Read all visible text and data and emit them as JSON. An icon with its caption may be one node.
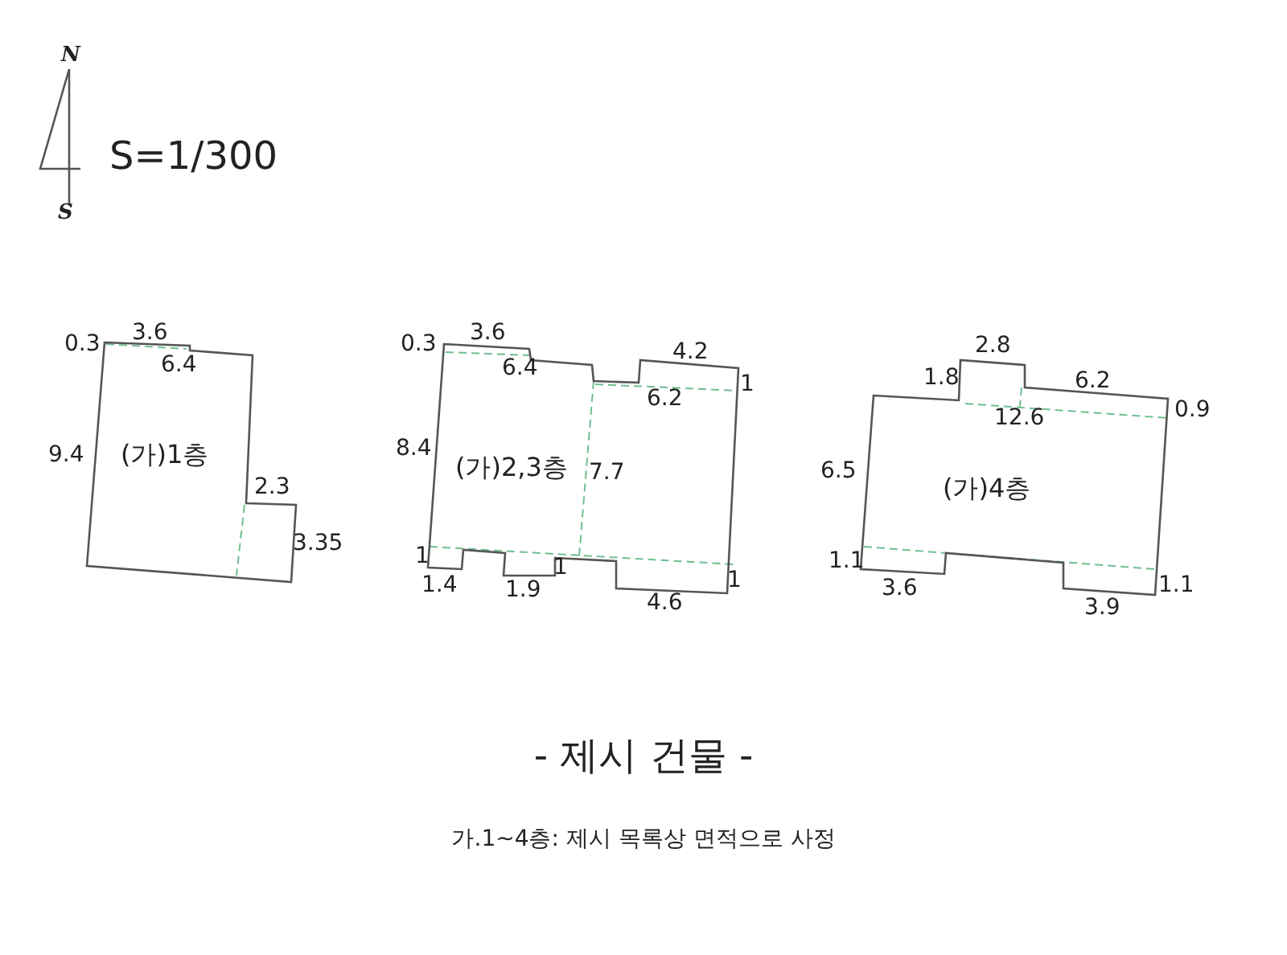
{
  "diagram": {
    "title": "- 제시 건물 -",
    "caption": "가.1~4층: 제시 목록상 면적으로 사정",
    "nodes": [
      {
        "text": [
          "(가)1층"
        ]
      },
      {
        "text": [
          "(가)2,3층"
        ]
      },
      {
        "text": [
          "(가)4층"
        ]
      }
    ],
    "labels": [
      "N",
      "S=1/300",
      "S",
      "0.3",
      "3.6",
      "6.4",
      "9.4",
      "2.3",
      "3.35",
      "0.3",
      "3.6",
      "4.2",
      "6.4",
      "6.2",
      "1",
      "8.4",
      "7.7",
      "1",
      "1",
      "1",
      "1.4",
      "1.9",
      "4.6",
      "2.8",
      "1.8",
      "6.2",
      "0.9",
      "12.6",
      "6.5",
      "1.1",
      "1.1",
      "3.6",
      "3.9"
    ]
  }
}
